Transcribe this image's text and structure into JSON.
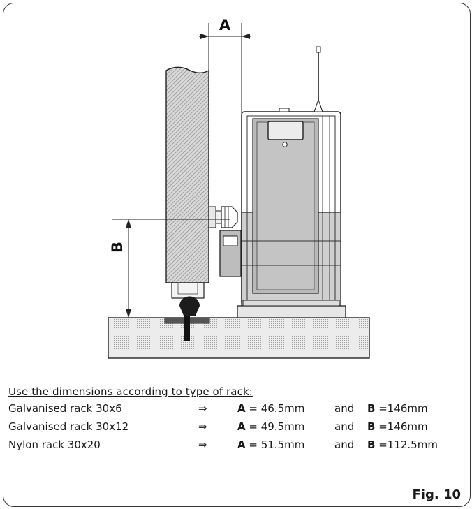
{
  "figure": {
    "dim_a_label": "A",
    "dim_b_label": "B",
    "caption": "Use the dimensions according to type of rack:",
    "rows": [
      {
        "name": "Galvanised rack 30x6",
        "arrow": "⇒",
        "a_label": "A",
        "a_value": " = 46.5mm",
        "and": "and",
        "b_label": "B",
        "b_value": " =146mm"
      },
      {
        "name": "Galvanised rack 30x12",
        "arrow": "⇒",
        "a_label": "A",
        "a_value": " = 49.5mm",
        "and": "and",
        "b_label": "B",
        "b_value": " =146mm"
      },
      {
        "name": "Nylon rack 30x20",
        "arrow": "⇒",
        "a_label": "A",
        "a_value": " = 51.5mm",
        "and": "and",
        "b_label": "B",
        "b_value": " =112.5mm"
      }
    ],
    "fig_label": "Fig. 10"
  }
}
